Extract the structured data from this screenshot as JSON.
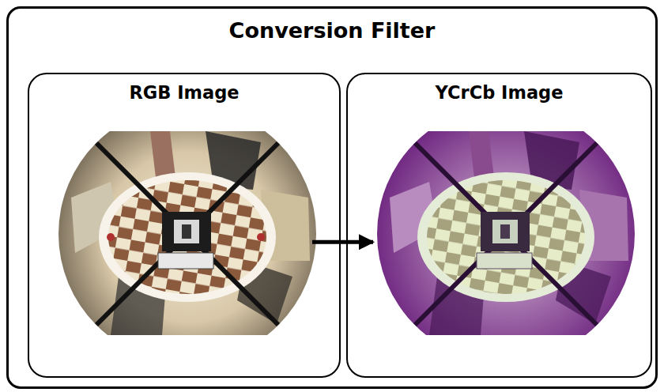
{
  "diagram": {
    "nodes": [
      {
        "text": [
          "Conversion Filter"
        ]
      },
      {
        "text": [
          "RGB Image"
        ],
        "in": 0
      },
      {
        "text": [
          "YCrCb Image"
        ],
        "in": 0
      }
    ],
    "edges": [
      {
        "from": 1,
        "to": 2,
        "arrow": "to"
      }
    ]
  }
}
